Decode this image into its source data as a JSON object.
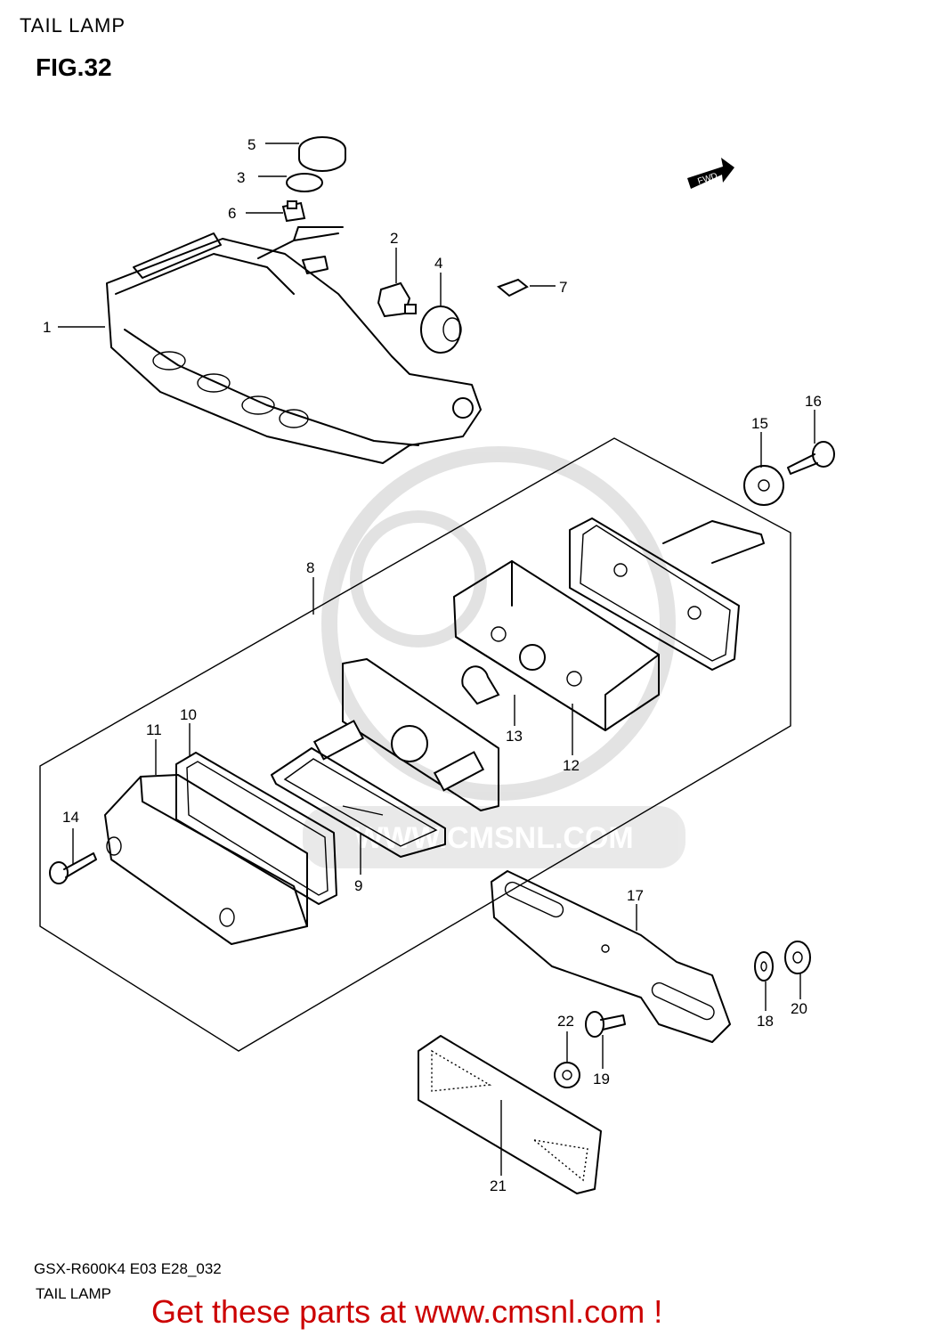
{
  "header": {
    "title": "TAIL LAMP",
    "figure": "FIG.32"
  },
  "diagram": {
    "fwd_label": "FWD",
    "watermark": "WWW.CMSNL.COM",
    "callouts": [
      "1",
      "2",
      "3",
      "4",
      "5",
      "6",
      "7",
      "8",
      "9",
      "10",
      "11",
      "12",
      "13",
      "14",
      "15",
      "16",
      "17",
      "18",
      "19",
      "20",
      "21",
      "22"
    ]
  },
  "footer": {
    "model_code": "GSX-R600K4 E03 E28_032",
    "caption": "TAIL LAMP",
    "promo": "Get these parts at www.cmsnl.com !"
  }
}
